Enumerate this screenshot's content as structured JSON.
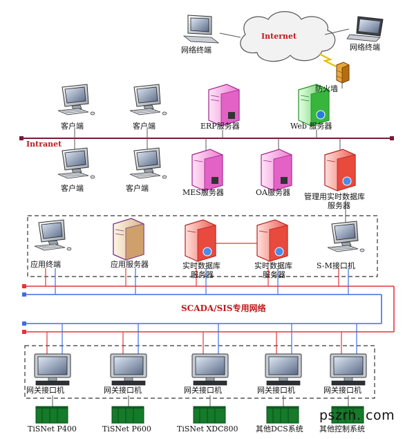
{
  "internet": {
    "cloud_label": "Internet",
    "left_terminal": "网络终端",
    "right_terminal": "网络终端",
    "firewall": "防火墙"
  },
  "intranet": {
    "bus_label": "Intranet",
    "clients_top": [
      "客户端",
      "客户端"
    ],
    "clients_bottom": [
      "客户端",
      "客户端"
    ],
    "erp_server": "ERP服务器",
    "web_server": "Web 服务器",
    "mes_server": "MES服务器",
    "oa_server": "OA服务器",
    "mgmt_db_line1": "管理用实时数据库",
    "mgmt_db_line2": "服务器"
  },
  "control_zone": {
    "app_terminal": "应用终端",
    "app_server": "应用服务器",
    "rtdb1_line1": "实时数据库",
    "rtdb1_line2": "服务器",
    "rtdb2_line1": "实时数据库",
    "rtdb2_line2": "服务器",
    "sm_gateway": "S-M接口机"
  },
  "scada_label": "SCADA/SIS专用网络",
  "gateways": [
    "网关接口机",
    "网关接口机",
    "网关接口机",
    "网关接口机",
    "网关接口机"
  ],
  "systems": [
    "TiSNet P400",
    "TiSNet P600",
    "TiSNet XDC800",
    "其他DCS系统",
    "其他控制系统"
  ],
  "watermark": "pszrh. com",
  "colors": {
    "red": "#e8323a",
    "blue": "#3c6ee6",
    "purple": "#c040b0",
    "bus": "#8a1a3a"
  }
}
